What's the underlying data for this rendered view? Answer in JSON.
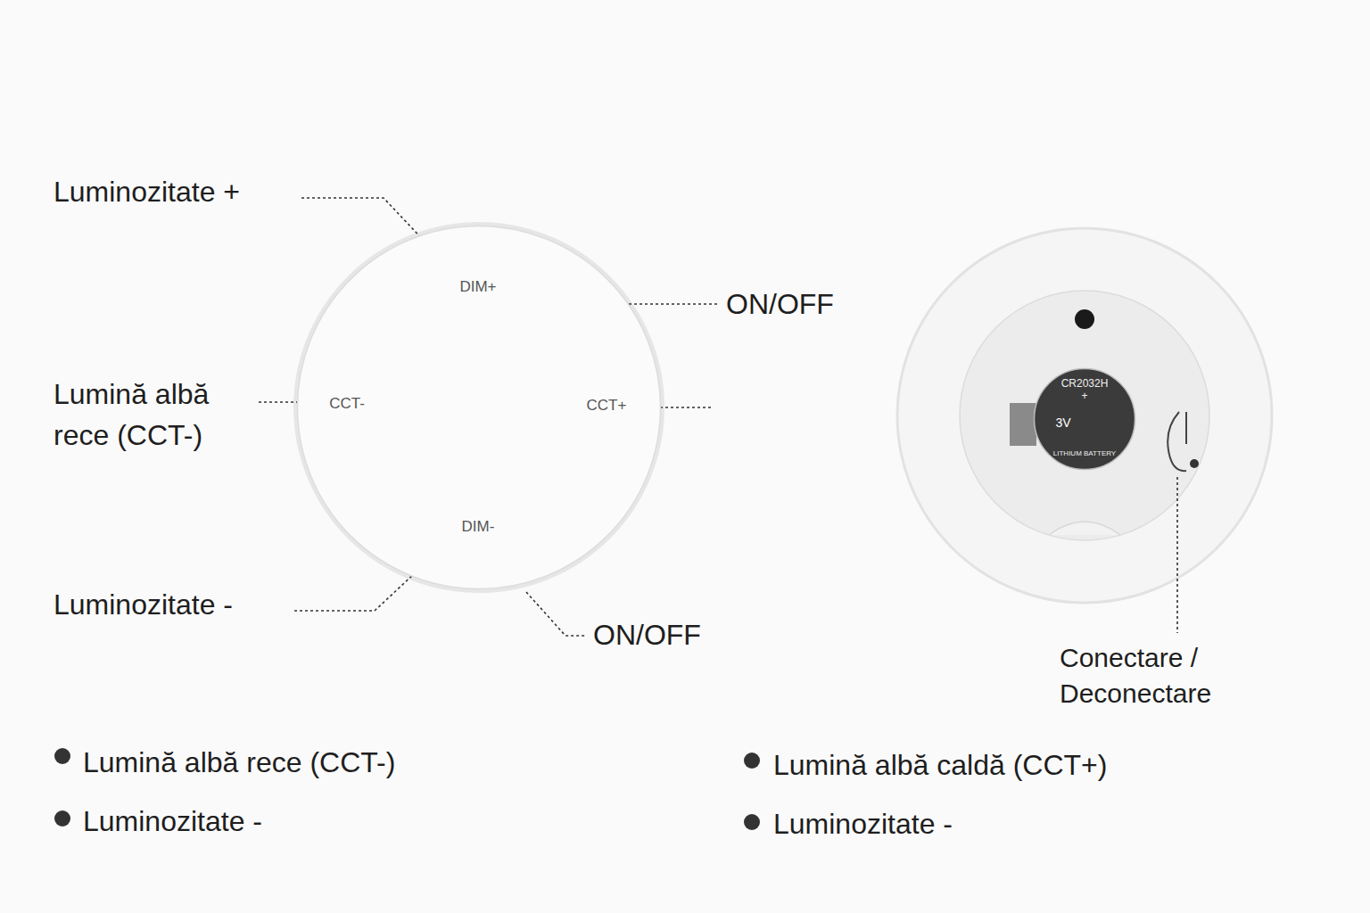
{
  "diagram": {
    "nodes": [
      {
        "text": [
          "DIM+",
          "CCT-",
          "CCT+",
          "DIM-"
        ]
      },
      {
        "text": [
          "CR2032H",
          "+",
          "3V",
          "LITHIUM BATTERY"
        ]
      }
    ],
    "labels": [
      "Luminozitate +",
      "ON/OFF",
      "Lumină albă rece (CCT-)",
      "Luminozitate -",
      "ON/OFF",
      "Conectare / Deconectare",
      "Lumină albă rece (CCT-)",
      "Luminozitate -",
      "Lumină albă caldă (CCT+)",
      "Luminozitate -"
    ]
  }
}
